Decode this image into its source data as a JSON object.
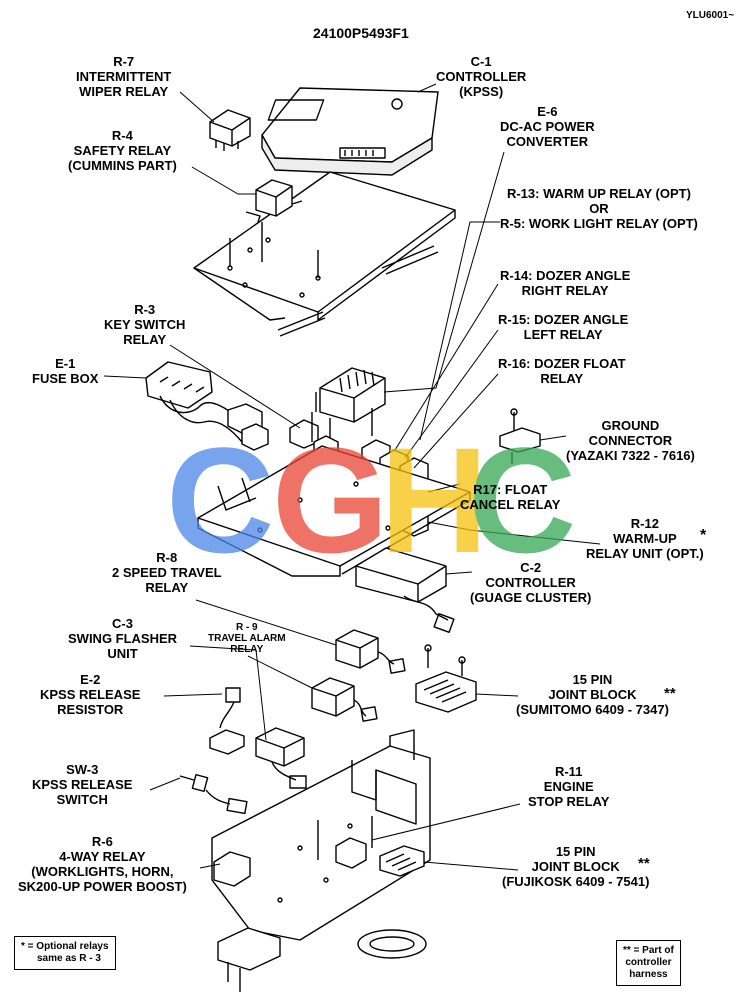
{
  "header": {
    "ref_code": "YLU6001~",
    "part_number": "24100P5493F1"
  },
  "labels": {
    "r7": [
      "R-7",
      "INTERMITTENT",
      "WIPER RELAY"
    ],
    "c1": [
      "C-1",
      "CONTROLLER",
      "(KPSS)"
    ],
    "r4": [
      "R-4",
      "SAFETY RELAY",
      "(CUMMINS PART)"
    ],
    "e6": [
      "E-6",
      "DC-AC POWER",
      "CONVERTER"
    ],
    "r13": [
      "R-13: WARM UP RELAY (OPT)",
      "OR",
      "R-5: WORK LIGHT RELAY (OPT)"
    ],
    "r14": [
      "R-14: DOZER ANGLE",
      "RIGHT RELAY"
    ],
    "r3": [
      "R-3",
      "KEY SWITCH",
      "RELAY"
    ],
    "r15": [
      "R-15: DOZER ANGLE",
      "LEFT RELAY"
    ],
    "e1": [
      "E-1",
      "FUSE BOX"
    ],
    "r16": [
      "R-16: DOZER FLOAT",
      "RELAY"
    ],
    "ground": [
      "GROUND",
      "CONNECTOR",
      "(YAZAKI  7322 - 7616)"
    ],
    "r17": [
      "R17: FLOAT",
      "CANCEL RELAY"
    ],
    "r12": [
      "R-12",
      "WARM-UP",
      "RELAY UNIT (OPT.)"
    ],
    "r12_mark": "*",
    "r8": [
      "R-8",
      "2 SPEED TRAVEL",
      "RELAY"
    ],
    "c2": [
      "C-2",
      "CONTROLLER",
      "(GUAGE CLUSTER)"
    ],
    "c3": [
      "C-3",
      "SWING FLASHER",
      "UNIT"
    ],
    "r9": [
      "R - 9",
      "TRAVEL ALARM",
      "RELAY"
    ],
    "jb15a": [
      "15 PIN",
      "JOINT BLOCK",
      "(SUMITOMO 6409 - 7347)"
    ],
    "jb15a_mark": "**",
    "e2": [
      "E-2",
      "KPSS RELEASE",
      "RESISTOR"
    ],
    "r11": [
      "R-11",
      "ENGINE",
      "STOP RELAY"
    ],
    "sw3": [
      "SW-3",
      "KPSS RELEASE",
      "SWITCH"
    ],
    "jb15b": [
      "15 PIN",
      "JOINT BLOCK",
      "(FUJIKOSK 6409 - 7541)"
    ],
    "jb15b_mark": "**",
    "r6": [
      "R-6",
      "4-WAY RELAY",
      "(WORKLIGHTS, HORN,",
      "SK200-UP POWER BOOST)"
    ]
  },
  "legend": {
    "single_star": [
      "*  = Optional relays",
      "same as R - 3"
    ],
    "double_star": [
      "** = Part of",
      "controller",
      "harness"
    ]
  },
  "watermark": {
    "letters": [
      "C",
      "G",
      "H",
      "C"
    ],
    "colors": [
      "#4a86e8",
      "#ea4335",
      "#f4c20d",
      "#34a853"
    ]
  }
}
